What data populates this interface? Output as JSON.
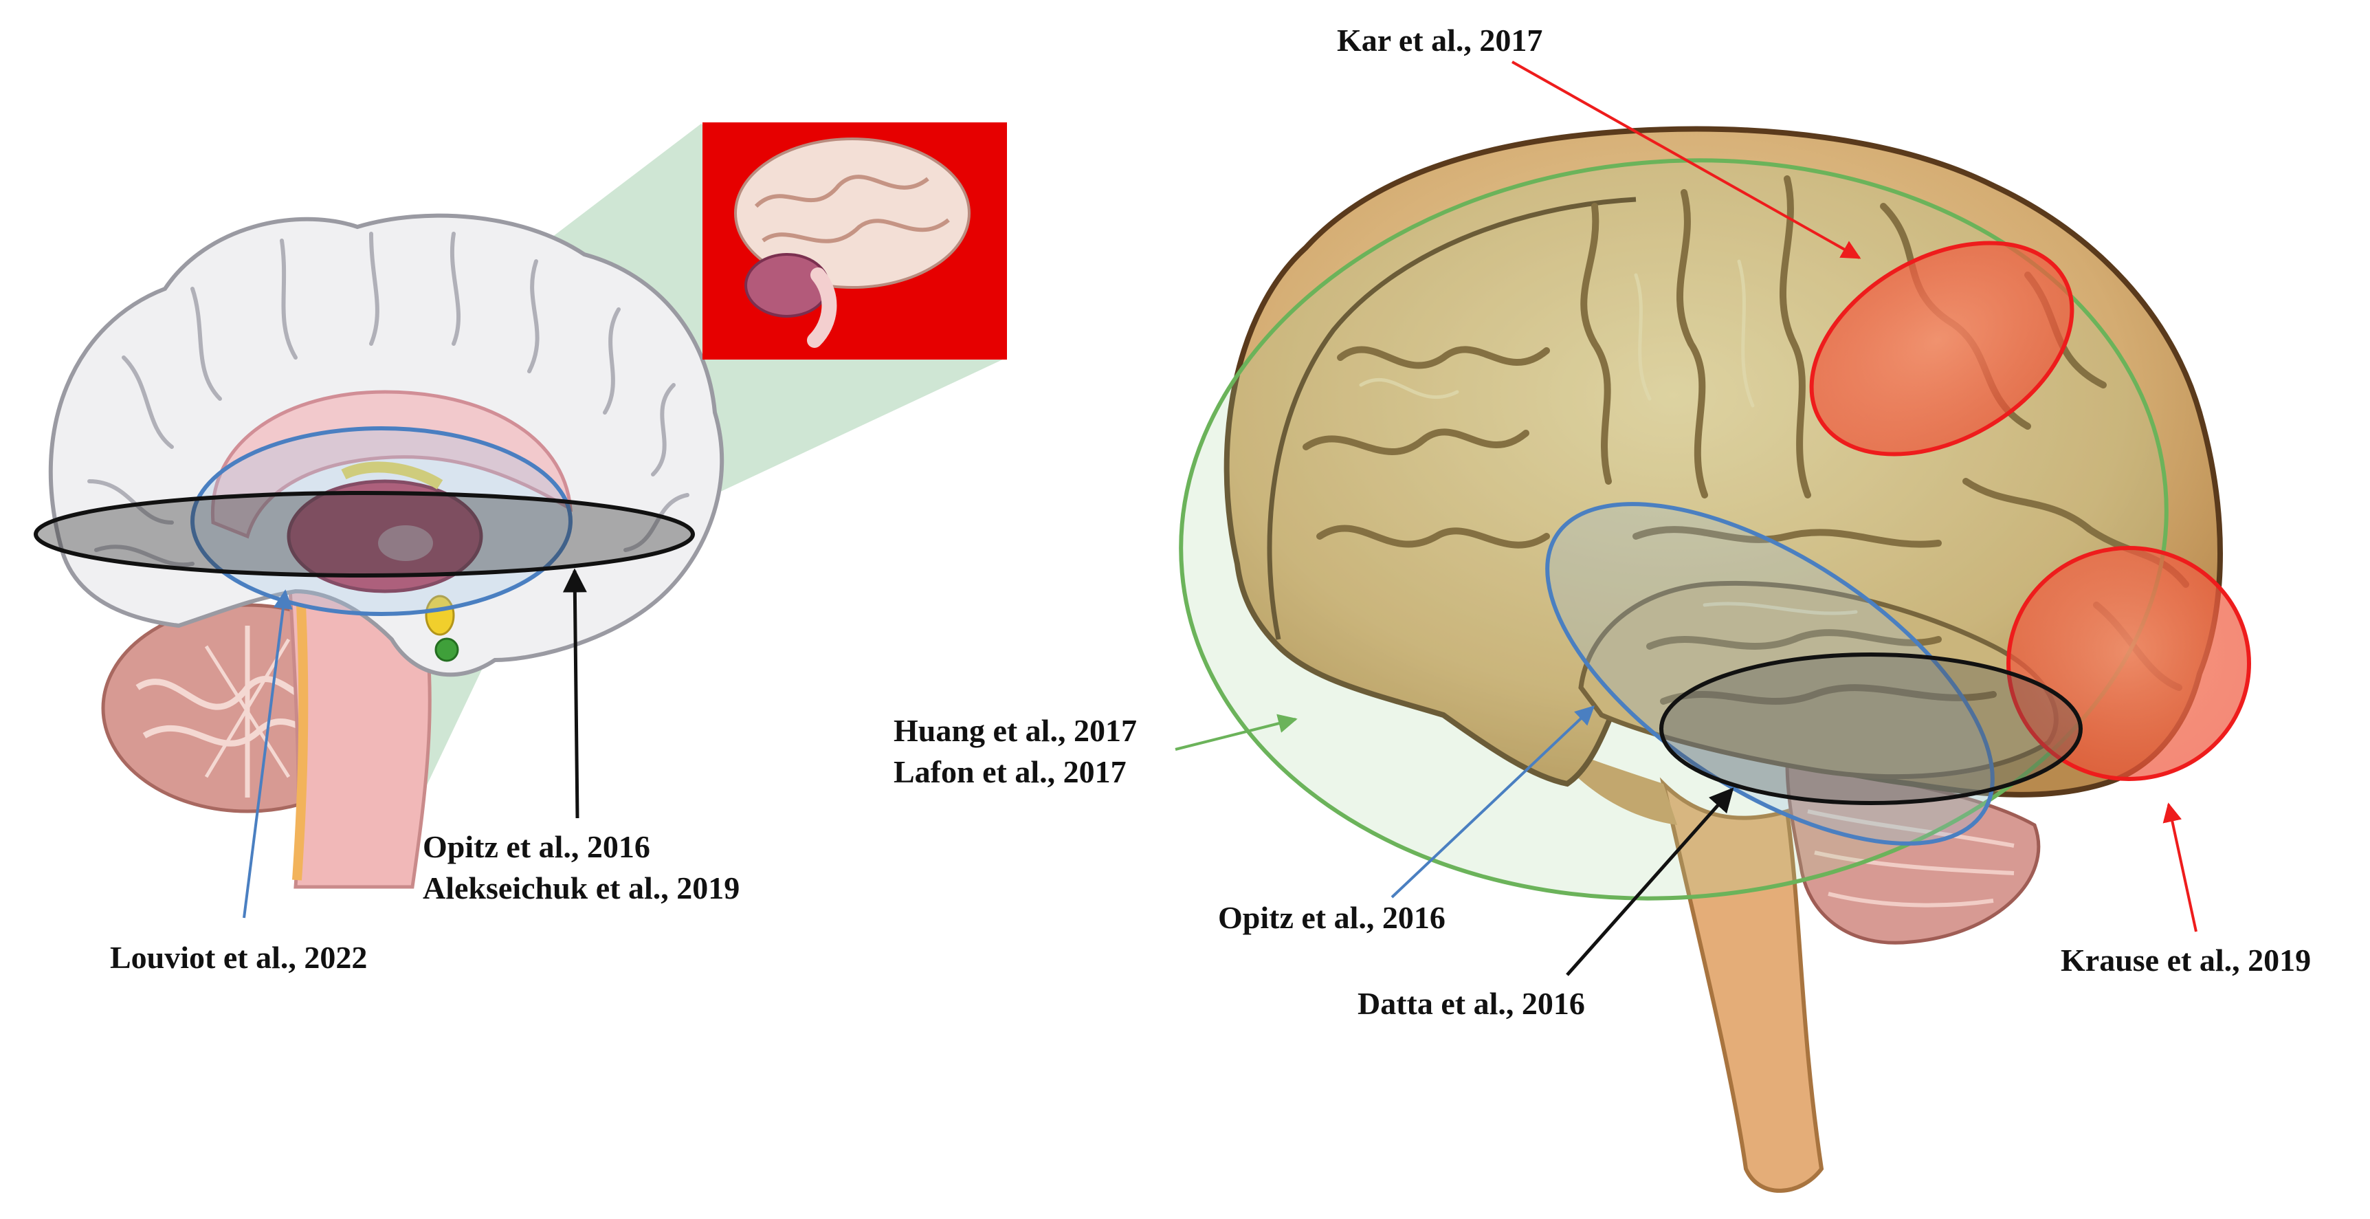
{
  "citations": {
    "louviot_2022": "Louviot et al., 2022",
    "opitz_2016_left": "Opitz et al., 2016",
    "alekseichuk_2019": "Alekseichuk et al., 2019",
    "kar_2017": "Kar et al., 2017",
    "huang_2017": "Huang et al., 2017",
    "lafon_2017": "Lafon et al., 2017",
    "opitz_2016_right": "Opitz et al., 2016",
    "datta_2016": "Datta et al., 2016",
    "krause_2019": "Krause et al., 2019"
  },
  "colors": {
    "red_region": "#ee1c1c",
    "blue_region": "#4a7fc1",
    "black_region": "#111111",
    "green_region": "#6bb35a",
    "inset_background": "#e60000",
    "projection_wedge": "#cfe6d4",
    "cortex_sagittal": "#f0f0f2",
    "brain_lateral": "#d6b07a",
    "cerebellum": "#d79a93",
    "brainstem": "#e4ad78"
  },
  "icons": {
    "left_panel": "sagittal-brain-section-illustration",
    "inset": "whole-brain-thumbnail",
    "right_panel": "lateral-brain-illustration"
  }
}
